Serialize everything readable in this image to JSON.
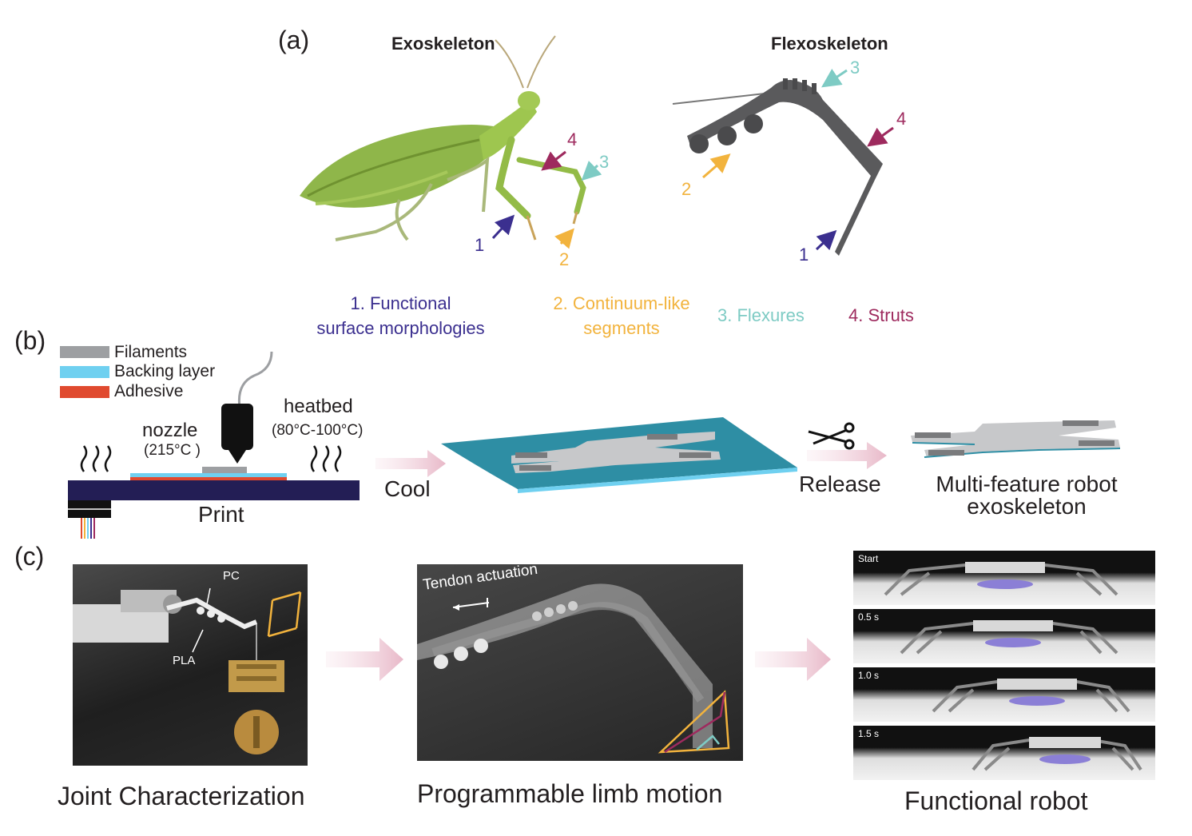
{
  "panel_a": {
    "label": "(a)",
    "exo_title": "Exoskeleton",
    "flexo_title": "Flexoskeleton",
    "markers": {
      "m1": "1",
      "m2": "2",
      "m3": "3",
      "m4": "4"
    },
    "features": [
      {
        "text_line1": "1. Functional",
        "text_line2": "surface morphologies",
        "color": "#3b2f8f"
      },
      {
        "text_line1": "2. Continuum-like",
        "text_line2": "segments",
        "color": "#f2b33d"
      },
      {
        "text_line1": "3. Flexures",
        "text_line2": "",
        "color": "#7ecbc4"
      },
      {
        "text_line1": "4. Struts",
        "text_line2": "",
        "color": "#9e2a5e"
      }
    ]
  },
  "panel_b": {
    "label": "(b)",
    "legend": [
      {
        "label": "Filaments",
        "color": "#9d9fa2"
      },
      {
        "label": "Backing layer",
        "color": "#6fd0f0"
      },
      {
        "label": "Adhesive",
        "color": "#e04a2f"
      }
    ],
    "nozzle_label": "nozzle",
    "nozzle_temp": "(215°C )",
    "heatbed_label": "heatbed",
    "heatbed_temp": "(80°C-100°C)",
    "print_label": "Print",
    "cool_label": "Cool",
    "release_label": "Release",
    "result_line1": "Multi-feature robot",
    "result_line2": "exoskeleton"
  },
  "panel_c": {
    "label": "(c)",
    "joint_caption": "Joint Characterization",
    "pc_label": "PC",
    "pla_label": "PLA",
    "tendon_label": "Tendon actuation",
    "limb_caption": "Programmable limb motion",
    "robot_caption": "Functional robot",
    "frames": [
      "Start",
      "0.5 s",
      "1.0 s",
      "1.5 s"
    ]
  }
}
